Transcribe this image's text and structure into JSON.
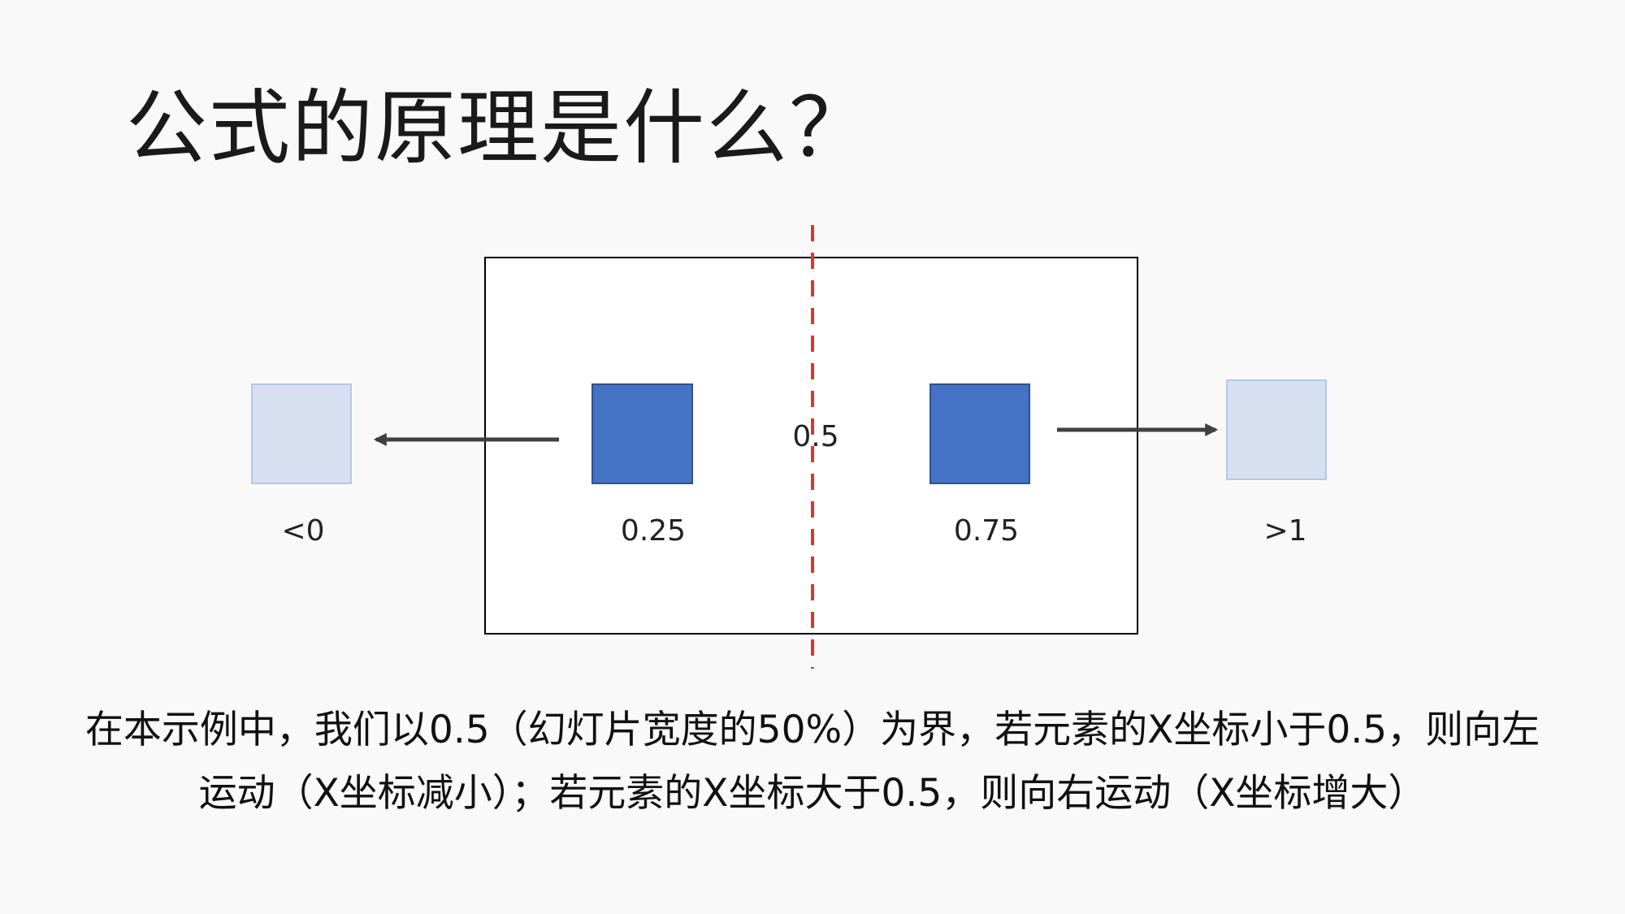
{
  "slide": {
    "title": "公式的原理是什么？",
    "caption_line1": "在本示例中，我们以0.5（幻灯片宽度的50%）为界，若元素的X坐标小于0.5，则向左",
    "caption_line2": "运动（X坐标减小）；若元素的X坐标大于0.5，则向右运动（X坐标增大）"
  },
  "diagram": {
    "labels": {
      "far_left": "<0",
      "left": "0.25",
      "center": "0.5",
      "right": "0.75",
      "far_right": ">1"
    },
    "colors": {
      "solid_square": "#4472c4",
      "faded_square": "#d6e0f1",
      "faded_border": "#b4c7e7",
      "divider": "#e0342a",
      "arrow": "#404040",
      "frame": "#000000"
    }
  }
}
